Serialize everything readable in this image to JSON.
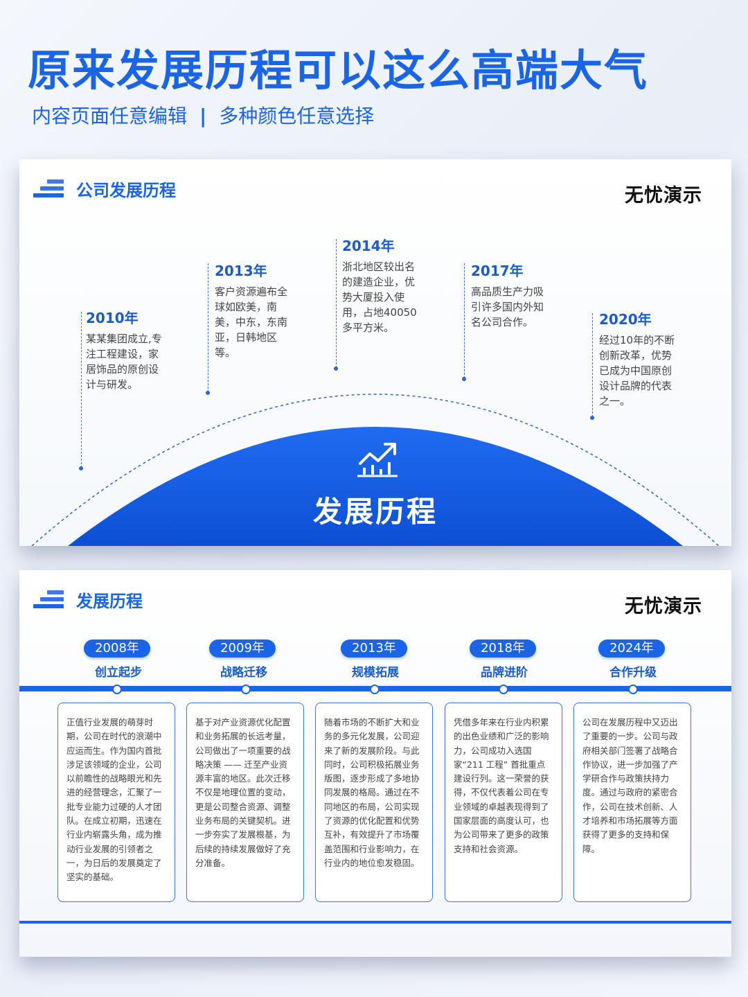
{
  "header": {
    "title": "原来发展历程可以这么高端大气",
    "subtitle_left": "内容页面任意编辑",
    "subtitle_sep": "|",
    "subtitle_right": "多种颜色任意选择"
  },
  "section1": {
    "title": "公司发展历程",
    "logo": "无忧演示",
    "center_label": "发展历程",
    "icon": "growth-chart-icon",
    "milestones": [
      {
        "year": "2010年",
        "text": "某某集团成立,专注工程建设，家居饰品的原创设计与研发。"
      },
      {
        "year": "2013年",
        "text": "客户资源遍布全球如欧美，南美，中东，东南亚，日韩地区等。"
      },
      {
        "year": "2014年",
        "text": "浙北地区较出名的建造企业，优势大厦投入使用，占地40050多平方米。"
      },
      {
        "year": "2017年",
        "text": "高品质生产力吸引许多国内外知名公司合作。"
      },
      {
        "year": "2020年",
        "text": "经过10年的不断创新改革，优势已成为中国原创设计品牌的代表之一。"
      }
    ]
  },
  "section2": {
    "title": "发展历程",
    "logo": "无忧演示",
    "stages": [
      {
        "year": "2008年",
        "name": "创立起步",
        "text": "正值行业发展的萌芽时期，公司在时代的浪潮中应运而生。作为国内首批涉足该领域的企业，公司以前瞻性的战略眼光和先进的经营理念，汇聚了一批专业能力过硬的人才团队。在成立初期，迅速在行业内崭露头角，成为推动行业发展的引领者之一，为日后的发展奠定了坚实的基础。"
      },
      {
        "year": "2009年",
        "name": "战略迁移",
        "text": "基于对产业资源优化配置和业务拓展的长远考量，公司做出了一项重要的战略决策 —— 迁至产业资源丰富的地区。此次迁移不仅是地理位置的变动，更是公司整合资源、调整业务布局的关键契机。进一步夯实了发展根基，为后续的持续发展做好了充分准备。"
      },
      {
        "year": "2013年",
        "name": "规模拓展",
        "text": "随着市场的不断扩大和业务的多元化发展，公司迎来了新的发展阶段。与此同时，公司积极拓展业务版图，逐步形成了多地协同发展的格局。通过在不同地区的布局，公司实现了资源的优化配置和优势互补，有效提升了市场覆盖范围和行业影响力，在行业内的地位愈发稳固。"
      },
      {
        "year": "2018年",
        "name": "品牌进阶",
        "text": "凭借多年来在行业内积累的出色业绩和广泛的影响力，公司成功入选国家“211 工程” 首批重点建设行列。这一荣誉的获得，不仅代表着公司在专业领域的卓越表现得到了国家层面的高度认可，也为公司带来了更多的政策支持和社会资源。"
      },
      {
        "year": "2024年",
        "name": "合作升级",
        "text": "公司在发展历程中又迈出了重要的一步。公司与政府相关部门签署了战略合作协议，进一步加强了产学研合作与政策扶持力度。通过与政府的紧密合作，公司在技术创新、人才培养和市场拓展等方面获得了更多的支持和保障。"
      }
    ]
  },
  "colors": {
    "accent": "#1a64e8",
    "dark": "#0f4fcf",
    "text": "#444444"
  }
}
